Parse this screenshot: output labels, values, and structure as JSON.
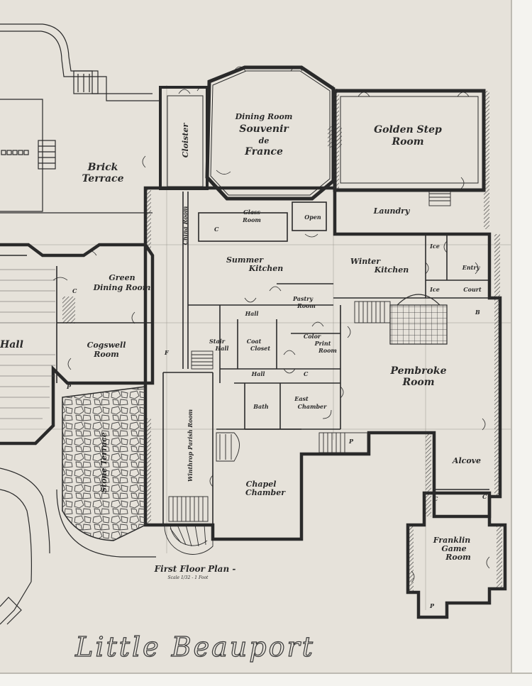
{
  "sheet": {
    "title": "Little Beauport",
    "plan_title": "First Floor Plan -",
    "scale": "Scale 1/32 - 1 Foot"
  },
  "rooms": {
    "dining_room": [
      "Dining Room",
      "Souvenir",
      "de",
      "France"
    ],
    "golden_step_room": [
      "Golden Step",
      "Room"
    ],
    "brick_terrace": [
      "Brick",
      "Terrace"
    ],
    "cloister": "Cloister",
    "china_room": "China Room",
    "glass_room": [
      "Glass",
      "Room"
    ],
    "open": "Open",
    "laundry": "Laundry",
    "green_dining_room": [
      "Green",
      "Dining Room"
    ],
    "summer_kitchen": [
      "Summer",
      "Kitchen"
    ],
    "winter_kitchen": [
      "Winter",
      "Kitchen"
    ],
    "ice": "Ice",
    "entry": "Entry",
    "court": "Court",
    "hall_left": "Hall",
    "hall_small": "Hall",
    "pastry_room": [
      "Pastry",
      "Room"
    ],
    "cogswell_room": [
      "Cogswell",
      "Room"
    ],
    "stair_hall": [
      "Stair",
      "Hall"
    ],
    "coat_closet": [
      "Coat",
      "Closet"
    ],
    "color_print_room": [
      "Color",
      "Print",
      "Room"
    ],
    "pembroke_room": [
      "Pembroke",
      "Room"
    ],
    "hall_center": "Hall",
    "bath": "Bath",
    "east_chamber": [
      "East",
      "Chamber"
    ],
    "stone_terrace": "Stone Terrace",
    "winthrop_parish_room": "Winthrop Parish Room",
    "chapel_chamber": [
      "Chapel",
      "Chamber"
    ],
    "alcove": "Alcove",
    "franklin_game_room": [
      "Franklin",
      "Game",
      "Room"
    ],
    "closet_mark": "C",
    "passage_mark": "P",
    "bookcase_mark": "B",
    "fireplace_mark": "F"
  },
  "colors": {
    "paper": "#e6e2da",
    "ink": "#2a2a2a",
    "frame": "#f4f3ef"
  }
}
